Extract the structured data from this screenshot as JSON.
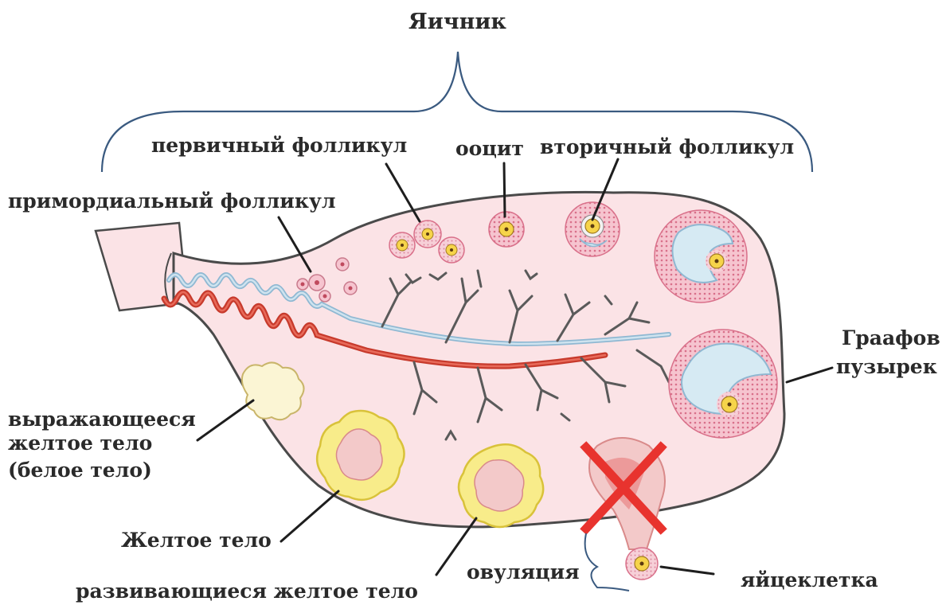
{
  "labels": {
    "ovary": "Яичник",
    "primary_follicle": "первичный фолликул",
    "oocyte": "ооцит",
    "secondary_follicle": "вторичный фолликул",
    "primordial_follicle": "примордиальный фолликул",
    "graafian_line1": "Граафов",
    "graafian_line2": "пузырек",
    "corpus_albicans_line1": "выражающееся",
    "corpus_albicans_line2": "желтое тело",
    "corpus_albicans_line3": "(белое тело)",
    "corpus_luteum": "Желтое тело",
    "developing_corpus_luteum": "развивающиеся желтое тело",
    "ovulation": "овуляция",
    "egg_cell": "яйцеклетка"
  },
  "colors": {
    "ovary_fill": "#fbe3e6",
    "ovary_stroke": "#4a4a4a",
    "artery": "#d44a3a",
    "vein": "#9cc8e0",
    "vessel_branch": "#555555",
    "follicle_pink": "#f2a9b8",
    "antrum": "#d6eaf3",
    "oocyte_yellow": "#f6d44a",
    "corpus_yellow": "#f8ec8a",
    "cross_mark": "#e8332e"
  },
  "icons": {
    "cross": "red-x-mark"
  }
}
